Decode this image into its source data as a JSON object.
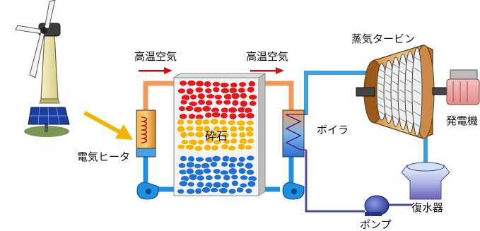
{
  "labels": {
    "hot_air_left": "高温空気",
    "hot_air_right": "高温空気",
    "steam_turbine": "蒸気タービン",
    "crushed_stone": "砕石",
    "boiler": "ボイラ",
    "generator": "発電機",
    "electric_heater": "電気ヒータ",
    "pump": "ポンプ",
    "condenser": "復水器"
  },
  "colors": {
    "air_pipe": "#f29a5a",
    "water_pipe": "#3aa0e0",
    "return_pipe": "#4a4a9a",
    "hot_layer": "#e8161a",
    "mid_layer": "#f7b500",
    "cold_layer": "#1f6fd6",
    "arrow": "#cc1111",
    "sun_arrow": "#f2b400"
  }
}
